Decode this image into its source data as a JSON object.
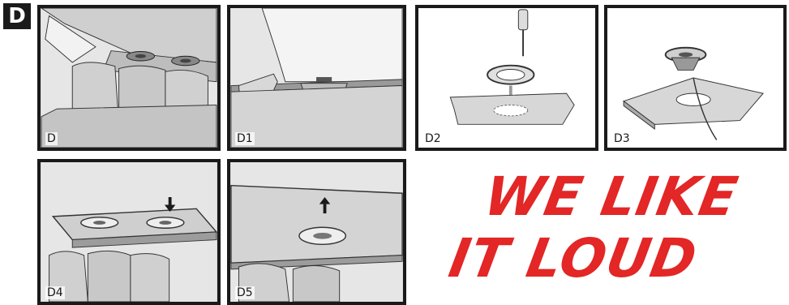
{
  "section_badge": "D",
  "panels": [
    {
      "label": "D"
    },
    {
      "label": "D1"
    },
    {
      "label": "D2"
    },
    {
      "label": "D3"
    },
    {
      "label": "D4"
    },
    {
      "label": "D5"
    }
  ],
  "slogan": {
    "line1": "WE LIKE",
    "line2": "IT LOUD",
    "color": "#e32626"
  },
  "icons": [
    "car-rear-deck-illustration",
    "speaker-cross-section-illustration",
    "drill-template-illustration",
    "speaker-mount-illustration",
    "arrow-down-icon",
    "arrow-up-icon"
  ]
}
